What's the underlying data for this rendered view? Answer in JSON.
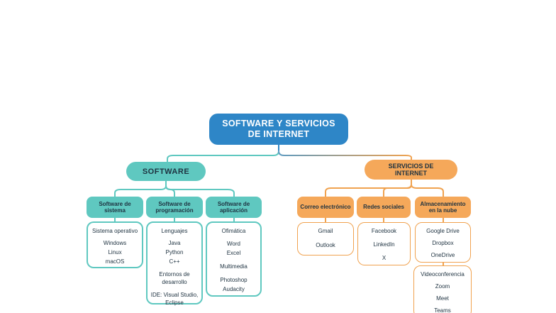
{
  "root": {
    "title": "SOFTWARE Y SERVICIOS DE INTERNET"
  },
  "colors": {
    "blue": "#2E86C7",
    "teal": "#5FC8C0",
    "orange": "#F5A85A",
    "orange-line": "#F0A24F",
    "ink": "#1E3240",
    "bg": "#FFFFFF"
  },
  "software": {
    "label": "SOFTWARE",
    "columns": [
      {
        "header": "Software de sistema",
        "lines": [
          "Sistema operativo",
          "Windows",
          "Linux",
          "macOS"
        ]
      },
      {
        "header": "Software de programación",
        "lines": [
          "Lenguajes",
          "Java",
          "Python",
          "C++",
          "Entornos de desarrollo",
          "IDE: Visual Studio, Eclipse"
        ]
      },
      {
        "header": "Software de aplicación",
        "lines": [
          "Ofimática",
          "Word",
          "Excel",
          "Multimedia",
          "Photoshop",
          "Audacity"
        ]
      }
    ]
  },
  "servicios": {
    "label": "SERVICIOS DE INTERNET",
    "columns": [
      {
        "header": "Correo electrónico",
        "lines": [
          "Gmail",
          "Outlook"
        ]
      },
      {
        "header": "Redes sociales",
        "lines": [
          "Facebook",
          "LinkedIn",
          "X"
        ]
      },
      {
        "header": "Almacenamiento en la nube",
        "lines": [
          "Google Drive",
          "Dropbox",
          "OneDrive"
        ]
      }
    ],
    "extra": {
      "lines": [
        "Videoconferencia",
        "Zoom",
        "Meet",
        "Teams"
      ]
    }
  }
}
